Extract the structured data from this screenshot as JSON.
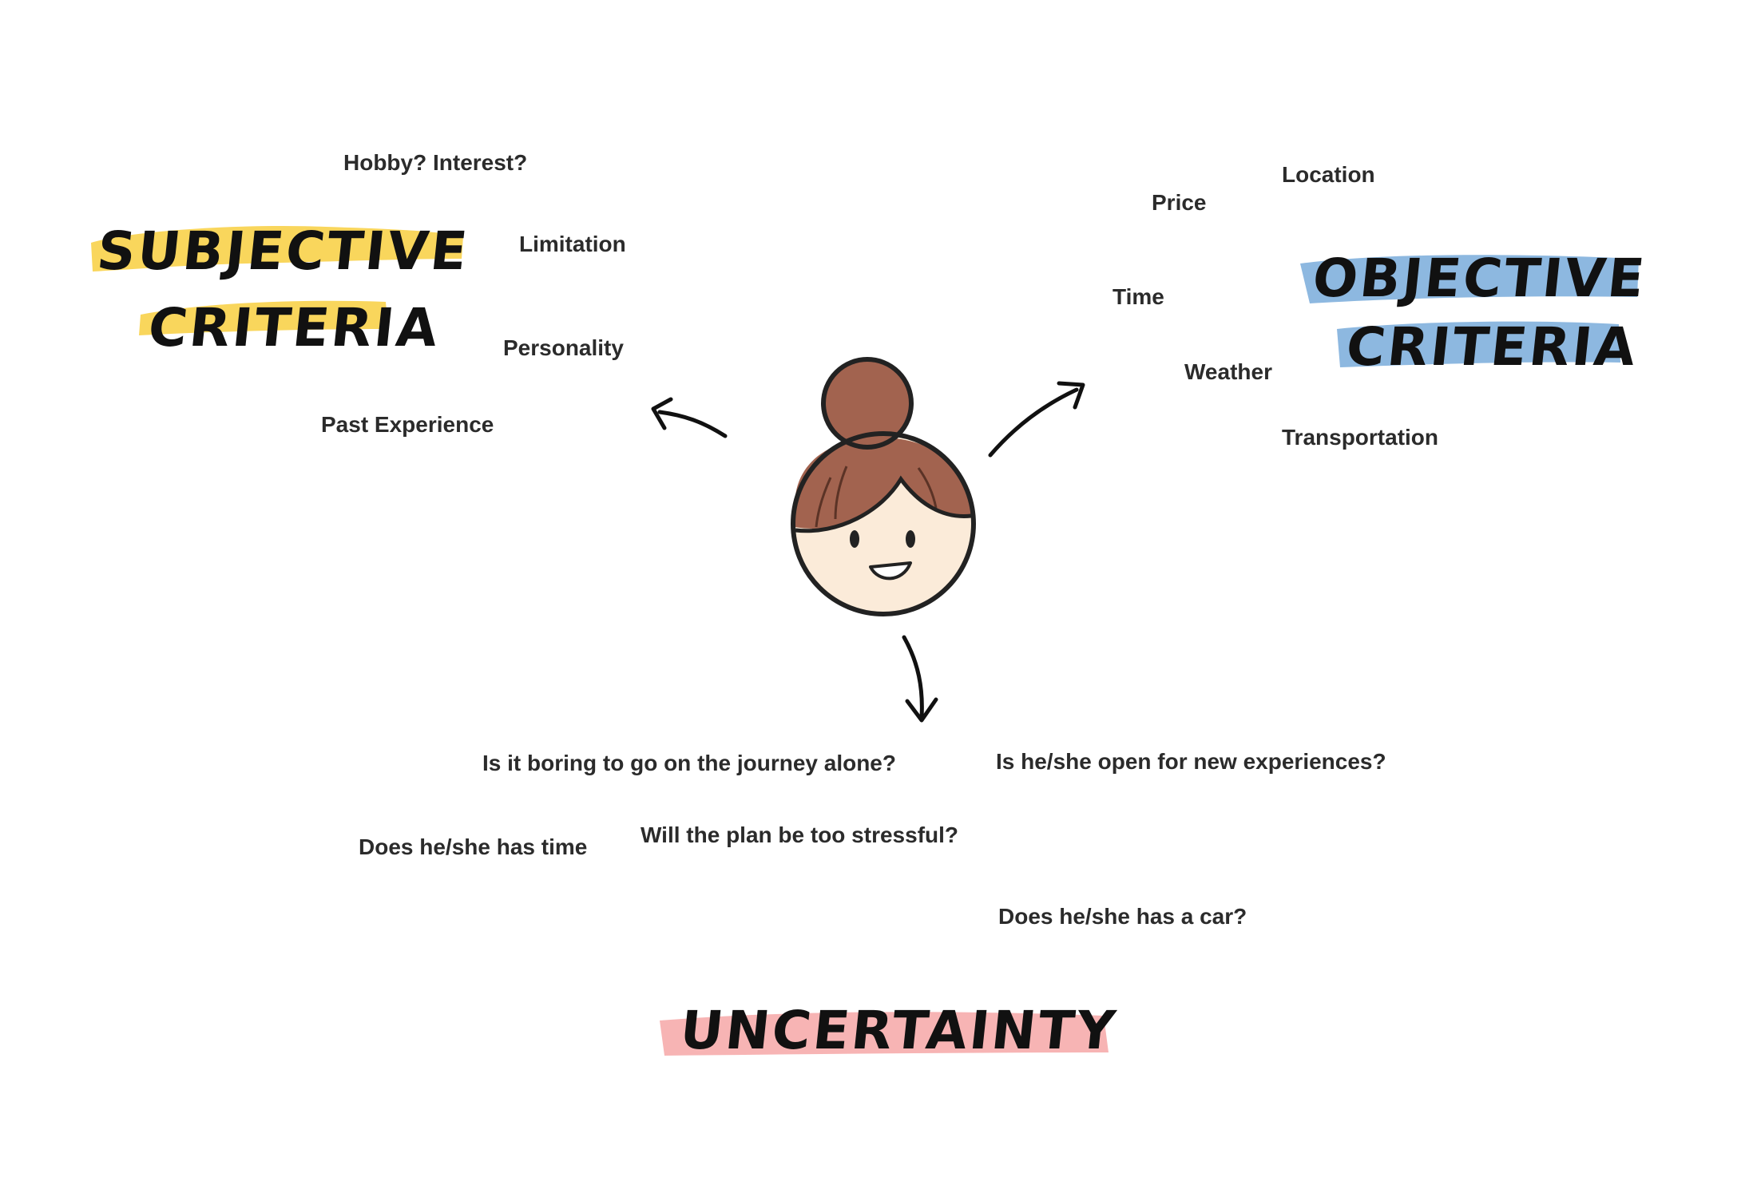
{
  "headings": {
    "subjective_line1": "SUBJECTIVE",
    "subjective_line2": "CRITERIA",
    "objective_line1": "OBJECTIVE",
    "objective_line2": "CRITERIA",
    "uncertainty": "UNCERTAINTY"
  },
  "subjective_items": [
    "Hobby? Interest?",
    "Limitation",
    "Personality",
    "Past Experience"
  ],
  "objective_items": [
    "Location",
    "Price",
    "Time",
    "Weather",
    "Transportation"
  ],
  "uncertainty_items": [
    "Is it boring to go on the journey alone?",
    "Is he/she open for new experiences?",
    "Does he/she has time",
    "Will the plan be too stressful?",
    "Does he/she has a car?"
  ],
  "colors": {
    "subjective_highlight": "#F9D65C",
    "objective_highlight": "#8DB8E0",
    "uncertainty_highlight": "#F7B4B4",
    "hair": "#A2634F",
    "skin": "#FBEBD9",
    "ink": "#111111",
    "text": "#2b2b2b"
  },
  "icons": {
    "center": "person-face-icon",
    "arrows": [
      "arrow-up-left-icon",
      "arrow-up-right-icon",
      "arrow-down-icon"
    ]
  }
}
